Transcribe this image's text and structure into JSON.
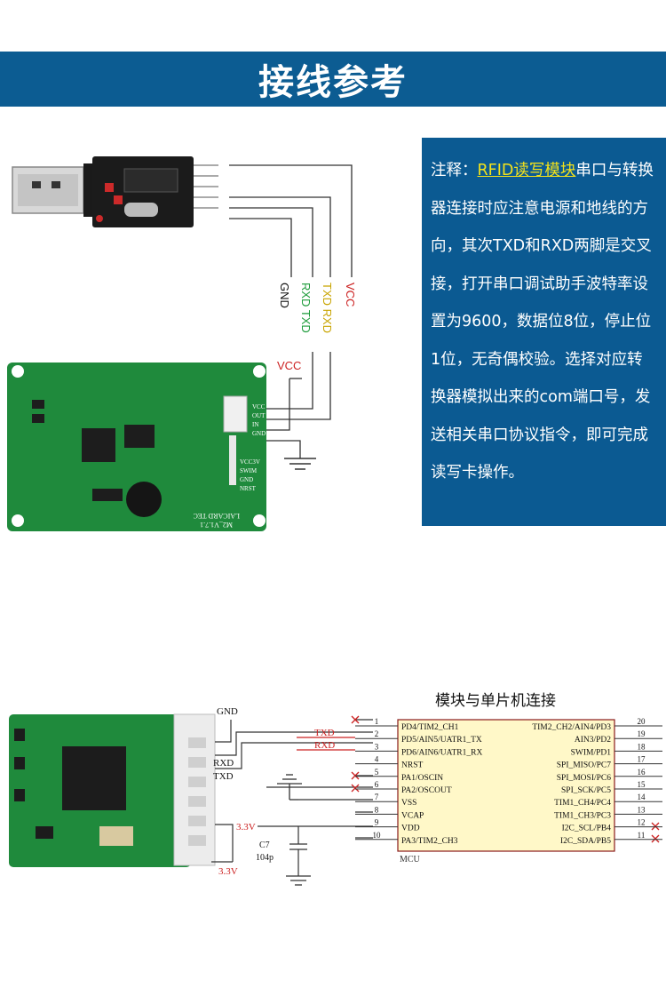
{
  "banner": {
    "title": "接线参考"
  },
  "note": {
    "prefix": "注释：",
    "highlight": "RFID读写模块",
    "body": "串口与转换器连接时应注意电源和地线的方向，其次TXD和RXD两脚是交叉接，打开串口调试助手波特率设置为9600，数据位8位，停止位1位，无奇偶校验。选择对应转换器模拟出来的com端口号，发送相关串口协议指令，即可完成读写卡操作。"
  },
  "top_diagram": {
    "vcc": "VCC",
    "txd_rxd": "TXD RXD",
    "rxd_txd": "RXD TXD",
    "gnd": "GND",
    "pcb": {
      "label": "LAICARD TEC",
      "version": "M2_V1.7.1",
      "pins": [
        "VCC",
        "OUT",
        "IN",
        "GND",
        "VCC3V",
        "SWIM",
        "GND",
        "NRST"
      ]
    }
  },
  "bottom_title": "模块与单片机连接",
  "bottom_diagram": {
    "gnd": "GND",
    "rxd": "RXD",
    "txd": "TXD",
    "v33_left": "3.3V",
    "v33_cap": "3.3V",
    "cap_name": "C7",
    "cap_value": "104p",
    "txd_net": "TXD",
    "rxd_net": "RXD",
    "mcu_label": "MCU",
    "left_pins": [
      {
        "num": "1",
        "name": "PD4/TIM2_CH1"
      },
      {
        "num": "2",
        "name": "PD5/AIN5/UATR1_TX"
      },
      {
        "num": "3",
        "name": "PD6/AIN6/UATR1_RX"
      },
      {
        "num": "4",
        "name": "NRST"
      },
      {
        "num": "5",
        "name": "PA1/OSCIN"
      },
      {
        "num": "6",
        "name": "PA2/OSCOUT"
      },
      {
        "num": "7",
        "name": "VSS"
      },
      {
        "num": "8",
        "name": "VCAP"
      },
      {
        "num": "9",
        "name": "VDD"
      },
      {
        "num": "10",
        "name": "PA3/TIM2_CH3"
      }
    ],
    "right_pins": [
      {
        "num": "20",
        "name": "TIM2_CH2/AIN4/PD3"
      },
      {
        "num": "19",
        "name": "AIN3/PD2"
      },
      {
        "num": "18",
        "name": "SWIM/PD1"
      },
      {
        "num": "17",
        "name": "SPI_MISO/PC7"
      },
      {
        "num": "16",
        "name": "SPI_MOSI/PC6"
      },
      {
        "num": "15",
        "name": "SPI_SCK/PC5"
      },
      {
        "num": "14",
        "name": "TIM1_CH4/PC4"
      },
      {
        "num": "13",
        "name": "TIM1_CH3/PC3"
      },
      {
        "num": "12",
        "name": "I2C_SCL/PB4"
      },
      {
        "num": "11",
        "name": "I2C_SDA/PB5"
      }
    ]
  },
  "colors": {
    "banner": "#0c5c92",
    "note_bg": "#0b5a92",
    "highlight": "#f3e21a",
    "vcc": "#cc2222",
    "txd": "#c8a400",
    "rxd": "#1d9b3a",
    "pcb": "#1f8a3c",
    "mcu_fill": "#fff8c8"
  }
}
